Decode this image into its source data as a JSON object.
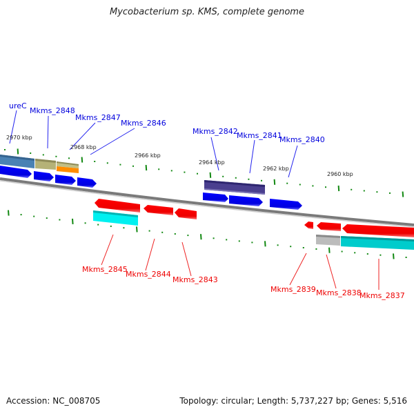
{
  "title": "Mycobacterium sp. KMS, complete genome",
  "footer": {
    "accession": "Accession: NC_008705",
    "summary": "Topology: circular; Length: 5,737,227 bp; Genes: 5,516"
  },
  "scale_labels": [
    "2970 kbp",
    "2968 kbp",
    "2966 kbp",
    "2964 kbp",
    "2962 kbp",
    "2960 kbp"
  ],
  "forward_genes": [
    {
      "name": "ureC",
      "color": "#0000ee"
    },
    {
      "name": "Mkms_2848",
      "color": "#0000ee"
    },
    {
      "name": "Mkms_2847",
      "color": "#0000ee"
    },
    {
      "name": "Mkms_2846",
      "color": "#0000ee"
    },
    {
      "name": "Mkms_2842",
      "color": "#0000ee"
    },
    {
      "name": "Mkms_2841",
      "color": "#0000ee"
    },
    {
      "name": "Mkms_2840",
      "color": "#0000ee"
    }
  ],
  "reverse_genes": [
    {
      "name": "Mkms_2845",
      "color": "#ee0000"
    },
    {
      "name": "Mkms_2844",
      "color": "#ee0000"
    },
    {
      "name": "Mkms_2843",
      "color": "#ee0000"
    },
    {
      "name": "Mkms_2839",
      "color": "#ee0000"
    },
    {
      "name": "Mkms_2838",
      "color": "#ee0000"
    },
    {
      "name": "Mkms_2837",
      "color": "#ee0000"
    }
  ],
  "feature_colors": {
    "forward_cds": "#0000ee",
    "reverse_cds": "#ee0000",
    "fwd_feature_steelblue": "#4a82b4",
    "fwd_feature_khaki": "#b5b277",
    "fwd_feature_orange": "#ff8c00",
    "fwd_feature_slate": "#4a3f8f",
    "rev_feature_cyan": "#00e8e8",
    "rev_feature_teal": "#00c8c8",
    "rev_feature_gray": "#b8b8b8",
    "tick": "#118811",
    "backbone": "#888888"
  }
}
